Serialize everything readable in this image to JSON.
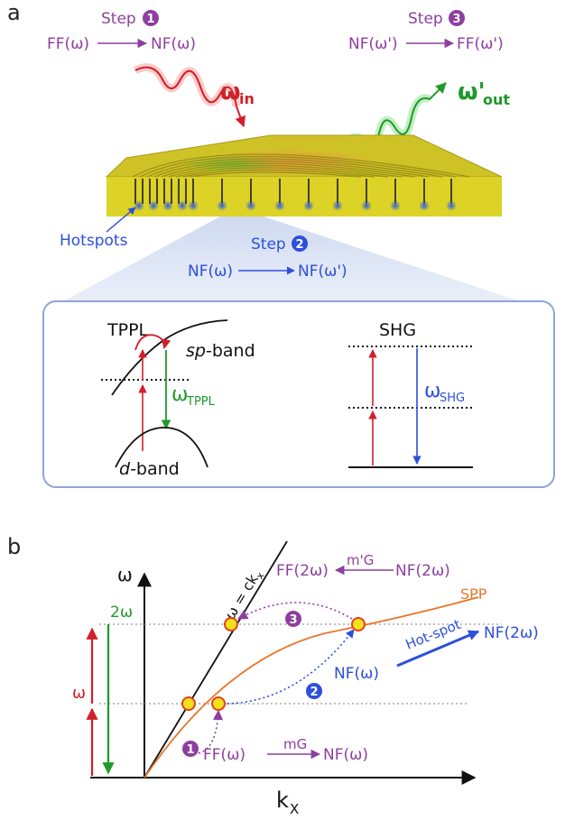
{
  "panel_a": {
    "letter": "a",
    "step1": {
      "label": "Step",
      "num": "1",
      "from": "FF(ω)",
      "to": "NF(ω)"
    },
    "step3": {
      "label": "Step",
      "num": "3",
      "from": "NF(ω')",
      "to": "FF(ω')"
    },
    "step2": {
      "label": "Step",
      "num": "2",
      "from": "NF(ω)",
      "to": "NF(ω')"
    },
    "omega_in": {
      "main": "ω",
      "sub": "in"
    },
    "omega_out": {
      "main": "ω'",
      "sub": "out"
    },
    "hotspots": "Hotspots",
    "tppl": {
      "title": "TPPL",
      "sp_italic": "sp",
      "sp_rest": "-band",
      "d_italic": "d",
      "d_rest": "-band",
      "omega": {
        "main": "ω",
        "sub": "TPPL"
      }
    },
    "shg": {
      "title": "SHG",
      "omega": {
        "main": "ω",
        "sub": "SHG"
      }
    }
  },
  "panel_b": {
    "letter": "b",
    "y_axis": "ω",
    "x_axis": {
      "main": "k",
      "sub": "X"
    },
    "light_line": {
      "main": "ω = ck",
      "sub": "x"
    },
    "spp": "SPP",
    "omega_label": "ω",
    "two_omega_label": "2ω",
    "ff_2w": "FF(2ω)",
    "nf_2w_top": "NF(2ω)",
    "mprime_g": "m'G",
    "hotspot": "Hot-spot",
    "nf_2w_right": "NF(2ω)",
    "nf_w": "NF(ω)",
    "ff_w": "FF(ω)",
    "mg": "mG",
    "nf_w_bottom": "NF(ω)",
    "steps": [
      "1",
      "2",
      "3"
    ]
  },
  "colors": {
    "purple": "#8e3f9e",
    "blue": "#2d4fdc",
    "red": "#d21f2a",
    "green": "#1f9a2a",
    "orange": "#e8752a",
    "gold": "#c8bd22"
  }
}
